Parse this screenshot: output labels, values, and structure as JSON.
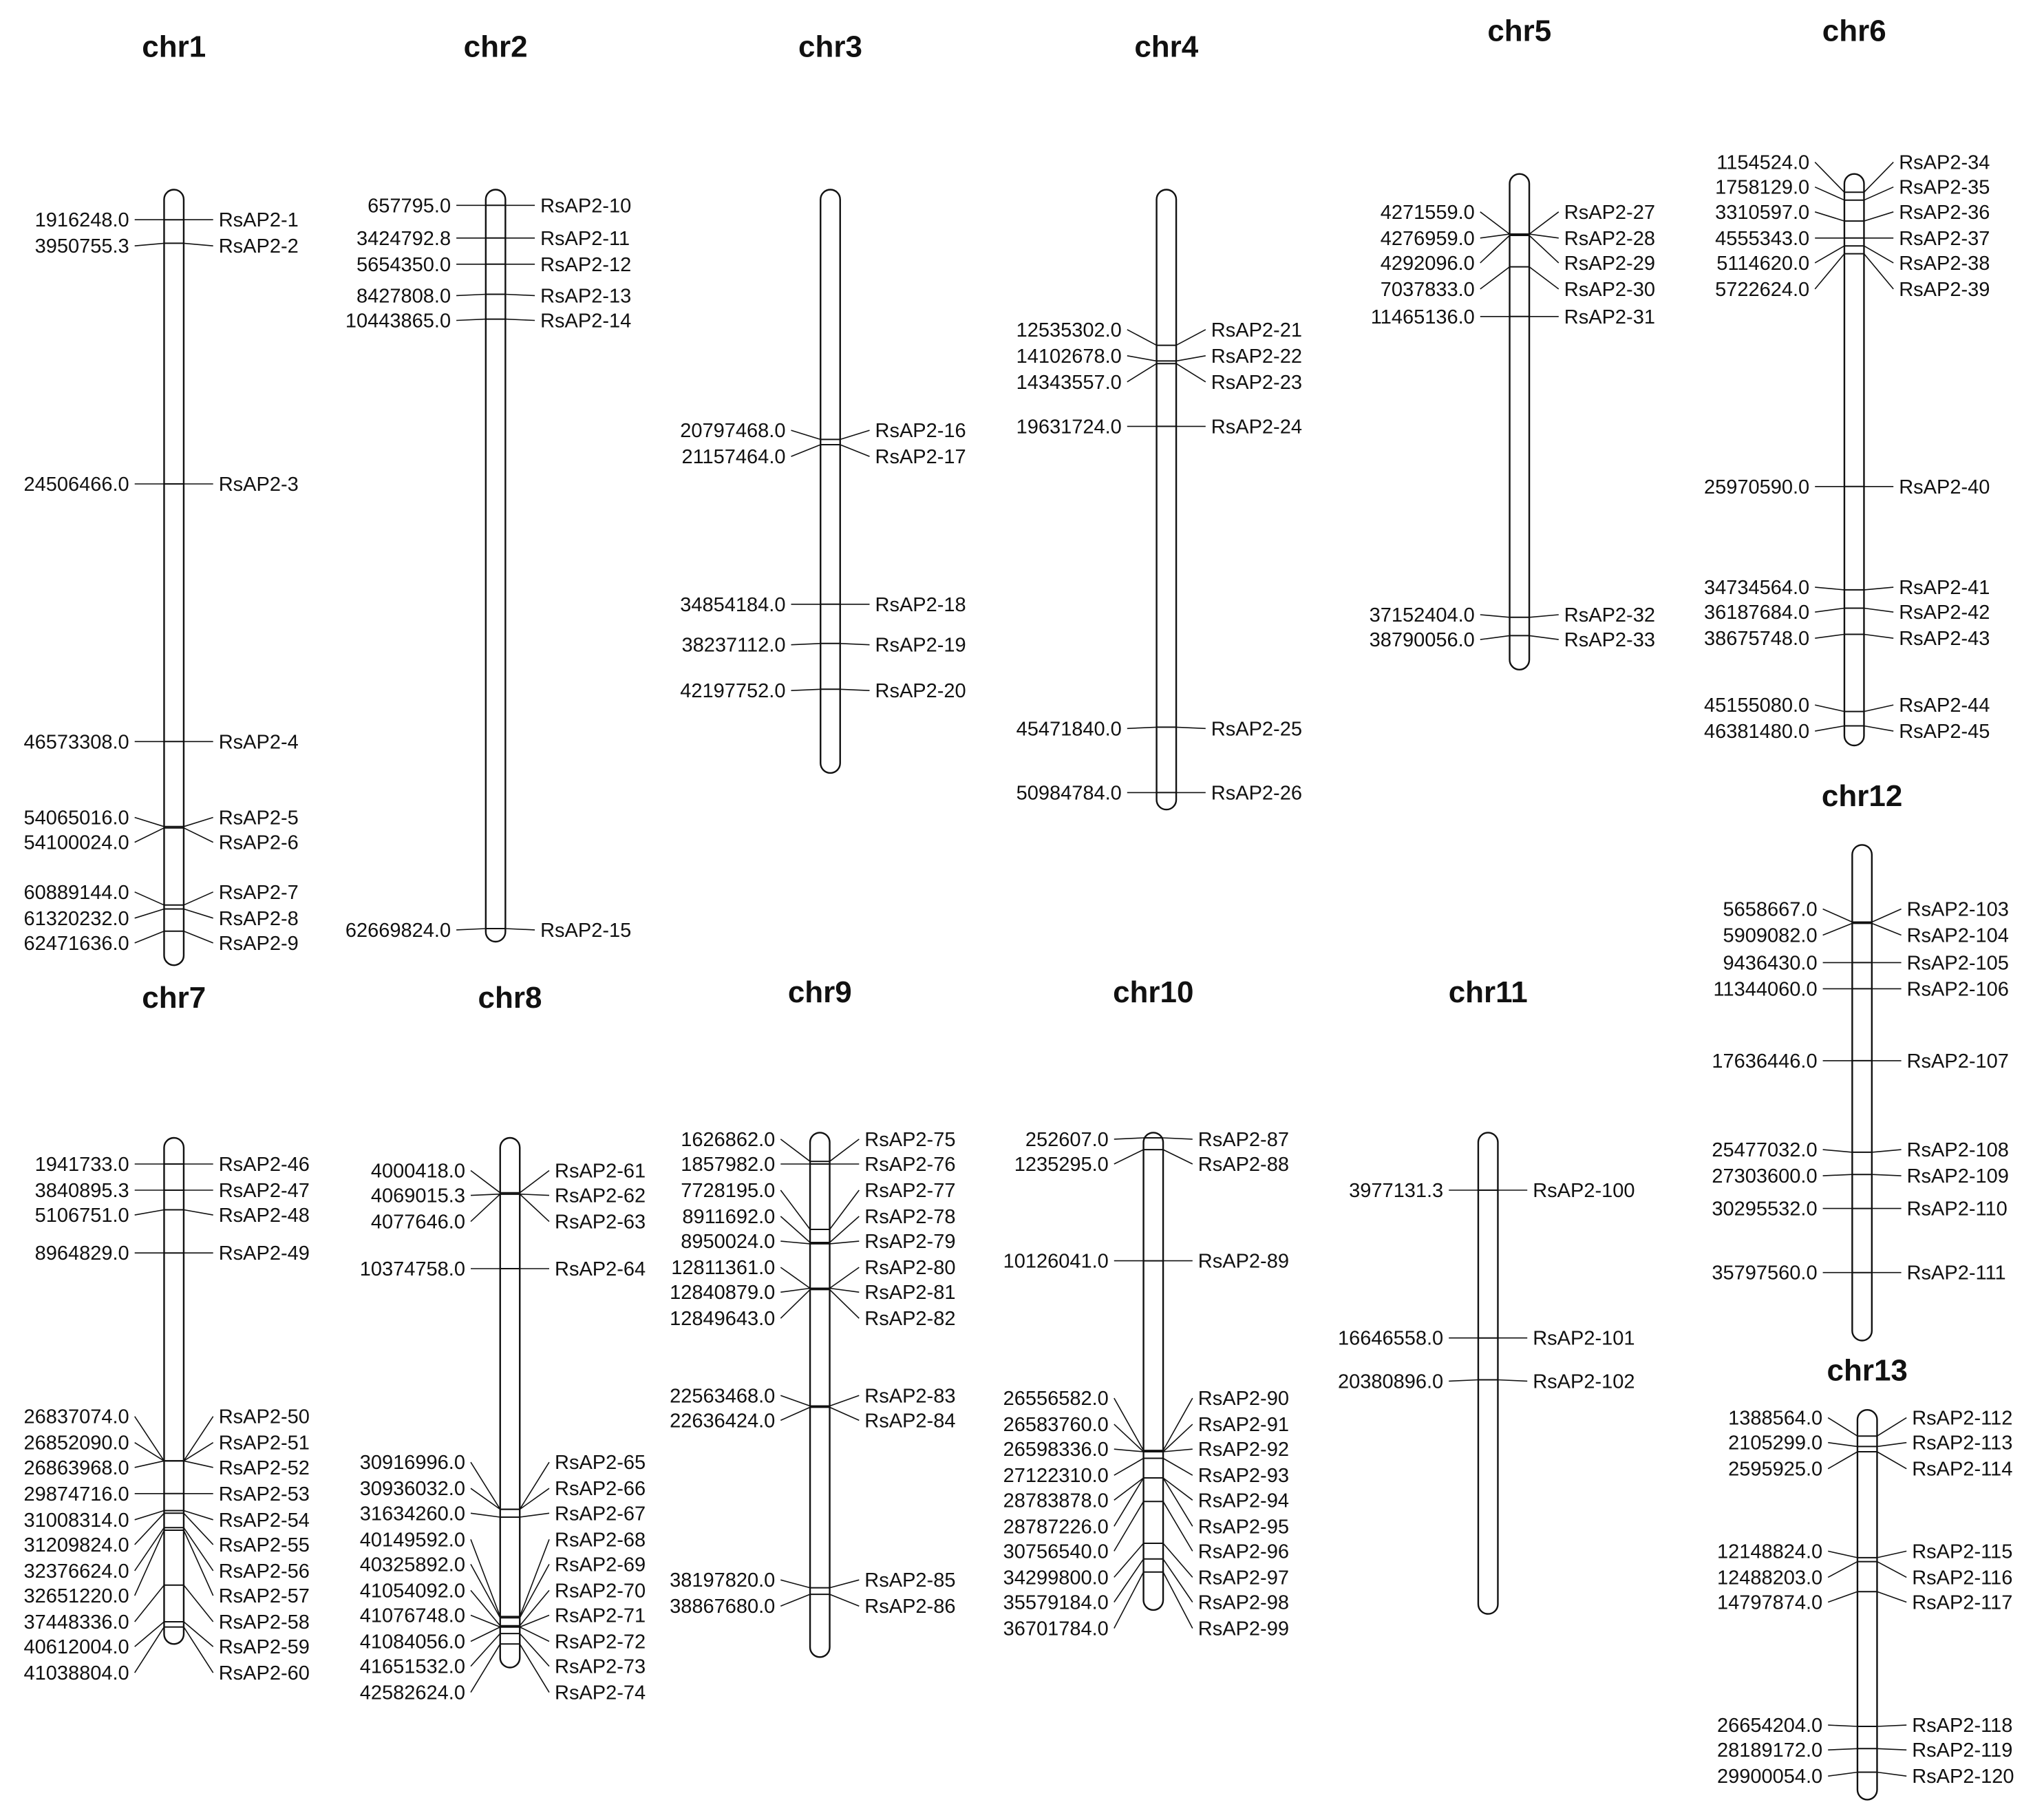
{
  "chromosomes": [
    {
      "name": "chr1",
      "genes": [
        {
          "pos": "1916248.0",
          "gene": "RsAP2-1"
        },
        {
          "pos": "3950755.3",
          "gene": "RsAP2-2"
        },
        {
          "pos": "24506466.0",
          "gene": "RsAP2-3"
        },
        {
          "pos": "46573308.0",
          "gene": "RsAP2-4"
        },
        {
          "pos": "54065016.0",
          "gene": "RsAP2-5"
        },
        {
          "pos": "54100024.0",
          "gene": "RsAP2-6"
        },
        {
          "pos": "60889144.0",
          "gene": "RsAP2-7"
        },
        {
          "pos": "61320232.0",
          "gene": "RsAP2-8"
        },
        {
          "pos": "62471636.0",
          "gene": "RsAP2-9"
        }
      ]
    },
    {
      "name": "chr2",
      "genes": [
        {
          "pos": "657795.0",
          "gene": "RsAP2-10"
        },
        {
          "pos": "3424792.8",
          "gene": "RsAP2-11"
        },
        {
          "pos": "5654350.0",
          "gene": "RsAP2-12"
        },
        {
          "pos": "8427808.0",
          "gene": "RsAP2-13"
        },
        {
          "pos": "10443865.0",
          "gene": "RsAP2-14"
        },
        {
          "pos": "62669824.0",
          "gene": "RsAP2-15"
        }
      ]
    },
    {
      "name": "chr3",
      "genes": [
        {
          "pos": "20797468.0",
          "gene": "RsAP2-16"
        },
        {
          "pos": "21157464.0",
          "gene": "RsAP2-17"
        },
        {
          "pos": "34854184.0",
          "gene": "RsAP2-18"
        },
        {
          "pos": "38237112.0",
          "gene": "RsAP2-19"
        },
        {
          "pos": "42197752.0",
          "gene": "RsAP2-20"
        }
      ]
    },
    {
      "name": "chr4",
      "genes": [
        {
          "pos": "12535302.0",
          "gene": "RsAP2-21"
        },
        {
          "pos": "14102678.0",
          "gene": "RsAP2-22"
        },
        {
          "pos": "14343557.0",
          "gene": "RsAP2-23"
        },
        {
          "pos": "19631724.0",
          "gene": "RsAP2-24"
        },
        {
          "pos": "45471840.0",
          "gene": "RsAP2-25"
        },
        {
          "pos": "50984784.0",
          "gene": "RsAP2-26"
        }
      ]
    },
    {
      "name": "chr5",
      "genes": [
        {
          "pos": "4271559.0",
          "gene": "RsAP2-27"
        },
        {
          "pos": "4276959.0",
          "gene": "RsAP2-28"
        },
        {
          "pos": "4292096.0",
          "gene": "RsAP2-29"
        },
        {
          "pos": "7037833.0",
          "gene": "RsAP2-30"
        },
        {
          "pos": "11465136.0",
          "gene": "RsAP2-31"
        },
        {
          "pos": "37152404.0",
          "gene": "RsAP2-32"
        },
        {
          "pos": "38790056.0",
          "gene": "RsAP2-33"
        }
      ]
    },
    {
      "name": "chr6",
      "genes": [
        {
          "pos": "1154524.0",
          "gene": "RsAP2-34"
        },
        {
          "pos": "1758129.0",
          "gene": "RsAP2-35"
        },
        {
          "pos": "3310597.0",
          "gene": "RsAP2-36"
        },
        {
          "pos": "4555343.0",
          "gene": "RsAP2-37"
        },
        {
          "pos": "5114620.0",
          "gene": "RsAP2-38"
        },
        {
          "pos": "5722624.0",
          "gene": "RsAP2-39"
        },
        {
          "pos": "25970590.0",
          "gene": "RsAP2-40"
        },
        {
          "pos": "34734564.0",
          "gene": "RsAP2-41"
        },
        {
          "pos": "36187684.0",
          "gene": "RsAP2-42"
        },
        {
          "pos": "38675748.0",
          "gene": "RsAP2-43"
        },
        {
          "pos": "45155080.0",
          "gene": "RsAP2-44"
        },
        {
          "pos": "46381480.0",
          "gene": "RsAP2-45"
        }
      ]
    },
    {
      "name": "chr7",
      "genes": [
        {
          "pos": "1941733.0",
          "gene": "RsAP2-46"
        },
        {
          "pos": "3840895.3",
          "gene": "RsAP2-47"
        },
        {
          "pos": "5106751.0",
          "gene": "RsAP2-48"
        },
        {
          "pos": "8964829.0",
          "gene": "RsAP2-49"
        },
        {
          "pos": "26837074.0",
          "gene": "RsAP2-50"
        },
        {
          "pos": "26852090.0",
          "gene": "RsAP2-51"
        },
        {
          "pos": "26863968.0",
          "gene": "RsAP2-52"
        },
        {
          "pos": "29874716.0",
          "gene": "RsAP2-53"
        },
        {
          "pos": "31008314.0",
          "gene": "RsAP2-54"
        },
        {
          "pos": "31209824.0",
          "gene": "RsAP2-55"
        },
        {
          "pos": "32376624.0",
          "gene": "RsAP2-56"
        },
        {
          "pos": "32651220.0",
          "gene": "RsAP2-57"
        },
        {
          "pos": "37448336.0",
          "gene": "RsAP2-58"
        },
        {
          "pos": "40612004.0",
          "gene": "RsAP2-59"
        },
        {
          "pos": "41038804.0",
          "gene": "RsAP2-60"
        }
      ]
    },
    {
      "name": "chr8",
      "genes": [
        {
          "pos": "4000418.0",
          "gene": "RsAP2-61"
        },
        {
          "pos": "4069015.3",
          "gene": "RsAP2-62"
        },
        {
          "pos": "4077646.0",
          "gene": "RsAP2-63"
        },
        {
          "pos": "10374758.0",
          "gene": "RsAP2-64"
        },
        {
          "pos": "30916996.0",
          "gene": "RsAP2-65"
        },
        {
          "pos": "30936032.0",
          "gene": "RsAP2-66"
        },
        {
          "pos": "31634260.0",
          "gene": "RsAP2-67"
        },
        {
          "pos": "40149592.0",
          "gene": "RsAP2-68"
        },
        {
          "pos": "40325892.0",
          "gene": "RsAP2-69"
        },
        {
          "pos": "41054092.0",
          "gene": "RsAP2-70"
        },
        {
          "pos": "41076748.0",
          "gene": "RsAP2-71"
        },
        {
          "pos": "41084056.0",
          "gene": "RsAP2-72"
        },
        {
          "pos": "41651532.0",
          "gene": "RsAP2-73"
        },
        {
          "pos": "42582624.0",
          "gene": "RsAP2-74"
        }
      ]
    },
    {
      "name": "chr9",
      "genes": [
        {
          "pos": "1626862.0",
          "gene": "RsAP2-75"
        },
        {
          "pos": "1857982.0",
          "gene": "RsAP2-76"
        },
        {
          "pos": "7728195.0",
          "gene": "RsAP2-77"
        },
        {
          "pos": "8911692.0",
          "gene": "RsAP2-78"
        },
        {
          "pos": "8950024.0",
          "gene": "RsAP2-79"
        },
        {
          "pos": "12811361.0",
          "gene": "RsAP2-80"
        },
        {
          "pos": "12840879.0",
          "gene": "RsAP2-81"
        },
        {
          "pos": "12849643.0",
          "gene": "RsAP2-82"
        },
        {
          "pos": "22563468.0",
          "gene": "RsAP2-83"
        },
        {
          "pos": "22636424.0",
          "gene": "RsAP2-84"
        },
        {
          "pos": "38197820.0",
          "gene": "RsAP2-85"
        },
        {
          "pos": "38867680.0",
          "gene": "RsAP2-86"
        }
      ]
    },
    {
      "name": "chr10",
      "genes": [
        {
          "pos": "252607.0",
          "gene": "RsAP2-87"
        },
        {
          "pos": "1235295.0",
          "gene": "RsAP2-88"
        },
        {
          "pos": "10126041.0",
          "gene": "RsAP2-89"
        },
        {
          "pos": "26556582.0",
          "gene": "RsAP2-90"
        },
        {
          "pos": "26583760.0",
          "gene": "RsAP2-91"
        },
        {
          "pos": "26598336.0",
          "gene": "RsAP2-92"
        },
        {
          "pos": "27122310.0",
          "gene": "RsAP2-93"
        },
        {
          "pos": "28783878.0",
          "gene": "RsAP2-94"
        },
        {
          "pos": "28787226.0",
          "gene": "RsAP2-95"
        },
        {
          "pos": "30756540.0",
          "gene": "RsAP2-96"
        },
        {
          "pos": "34299800.0",
          "gene": "RsAP2-97"
        },
        {
          "pos": "35579184.0",
          "gene": "RsAP2-98"
        },
        {
          "pos": "36701784.0",
          "gene": "RsAP2-99"
        }
      ]
    },
    {
      "name": "chr11",
      "genes": [
        {
          "pos": "3977131.3",
          "gene": "RsAP2-100"
        },
        {
          "pos": "16646558.0",
          "gene": "RsAP2-101"
        },
        {
          "pos": "20380896.0",
          "gene": "RsAP2-102"
        }
      ]
    },
    {
      "name": "chr12",
      "genes": [
        {
          "pos": "5658667.0",
          "gene": "RsAP2-103"
        },
        {
          "pos": "5909082.0",
          "gene": "RsAP2-104"
        },
        {
          "pos": "9436430.0",
          "gene": "RsAP2-105"
        },
        {
          "pos": "11344060.0",
          "gene": "RsAP2-106"
        },
        {
          "pos": "17636446.0",
          "gene": "RsAP2-107"
        },
        {
          "pos": "25477032.0",
          "gene": "RsAP2-108"
        },
        {
          "pos": "27303600.0",
          "gene": "RsAP2-109"
        },
        {
          "pos": "30295532.0",
          "gene": "RsAP2-110"
        },
        {
          "pos": "35797560.0",
          "gene": "RsAP2-111"
        }
      ]
    },
    {
      "name": "chr13",
      "genes": [
        {
          "pos": "1388564.0",
          "gene": "RsAP2-112"
        },
        {
          "pos": "2105299.0",
          "gene": "RsAP2-113"
        },
        {
          "pos": "2595925.0",
          "gene": "RsAP2-114"
        },
        {
          "pos": "12148824.0",
          "gene": "RsAP2-115"
        },
        {
          "pos": "12488203.0",
          "gene": "RsAP2-116"
        },
        {
          "pos": "14797874.0",
          "gene": "RsAP2-117"
        },
        {
          "pos": "26654204.0",
          "gene": "RsAP2-118"
        },
        {
          "pos": "28189172.0",
          "gene": "RsAP2-119"
        },
        {
          "pos": "29900054.0",
          "gene": "RsAP2-120"
        }
      ]
    }
  ]
}
